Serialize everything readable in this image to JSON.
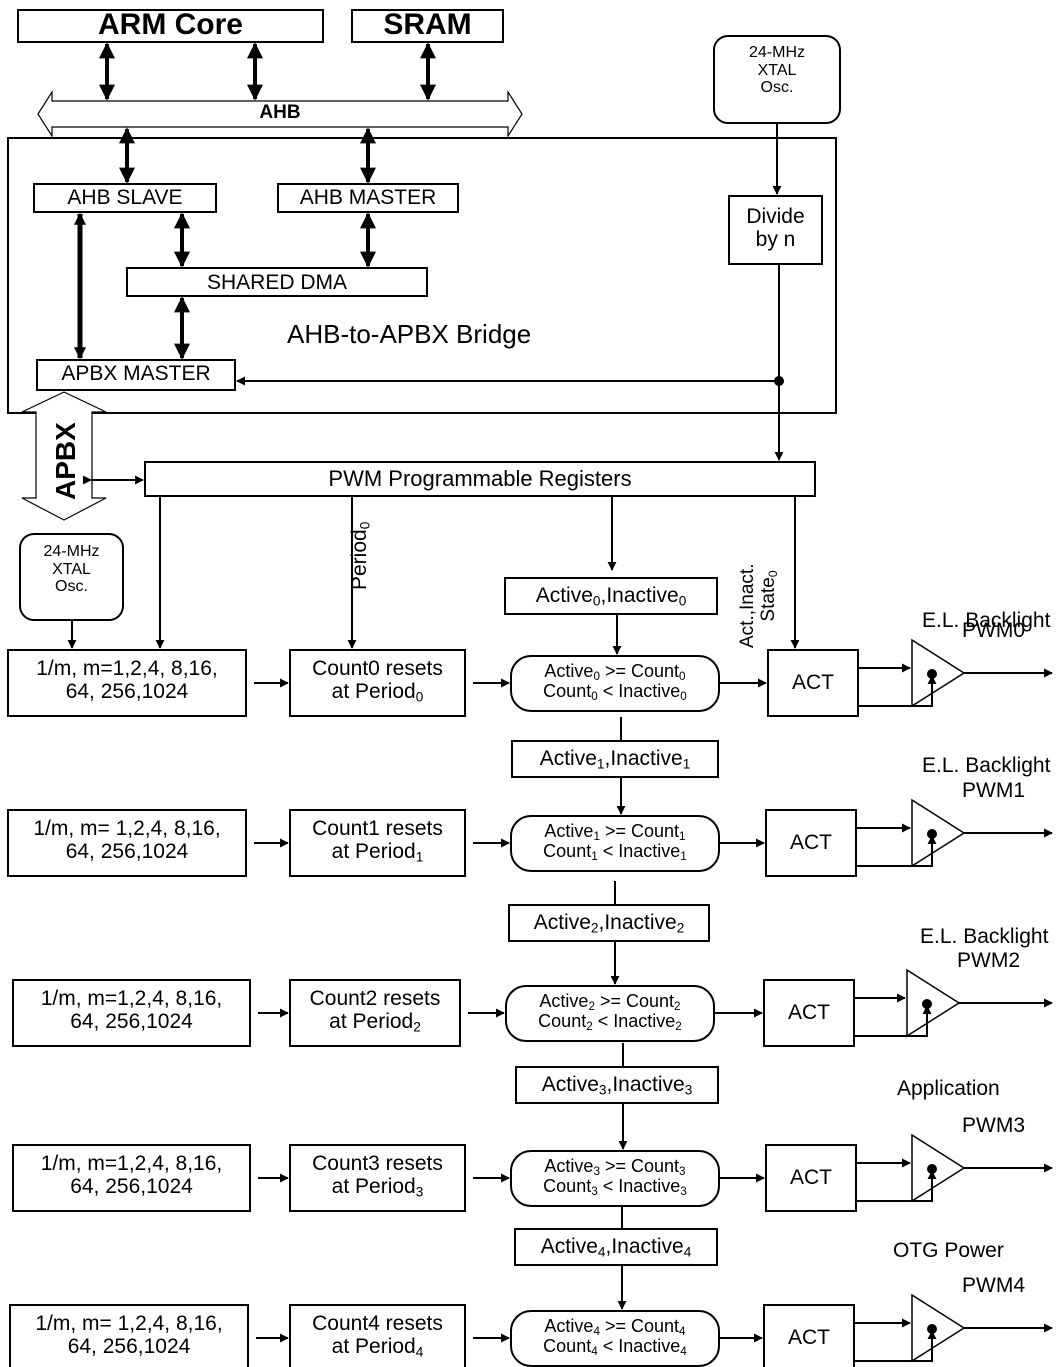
{
  "top": {
    "arm_core": "ARM Core",
    "sram": "SRAM",
    "ahb": "AHB",
    "osc_top": [
      "24-MHz",
      "XTAL",
      "Osc."
    ]
  },
  "bridge": {
    "ahb_slave": "AHB SLAVE",
    "ahb_master": "AHB MASTER",
    "shared_dma": "SHARED DMA",
    "apbx_master": "APBX MASTER",
    "title": "AHB-to-APBX Bridge",
    "divide": [
      "Divide",
      "by n"
    ]
  },
  "apbx": "APBX",
  "pwm_regs": "PWM Programmable Registers",
  "osc_bottom": [
    "24-MHz",
    "XTAL",
    "Osc."
  ],
  "period_label": {
    "base": "Period",
    "sub": "0"
  },
  "state_label": {
    "line1": "Act.,Inact.",
    "line2_base": "State",
    "line2_sub": "0"
  },
  "channels": [
    {
      "div_line1": "1/m, m=1,2,4, 8,16,",
      "div_line2": "64, 256,1024",
      "count_line1": "Count0 resets",
      "period_sub": "0",
      "idx": "0",
      "act": "ACT",
      "output": "PWM0",
      "app": "E.L. Backlight"
    },
    {
      "div_line1": "1/m, m= 1,2,4, 8,16,",
      "div_line2": "64, 256,1024",
      "count_line1": "Count1 resets",
      "period_sub": "1",
      "idx": "1",
      "act": "ACT",
      "output": "PWM1",
      "app": "E.L. Backlight"
    },
    {
      "div_line1": "1/m, m=1,2,4, 8,16,",
      "div_line2": "64, 256,1024",
      "count_line1": "Count2 resets",
      "period_sub": "2",
      "idx": "2",
      "act": "ACT",
      "output": "PWM2",
      "app": "E.L. Backlight"
    },
    {
      "div_line1": "1/m, m=1,2,4, 8,16,",
      "div_line2": "64, 256,1024",
      "count_line1": "Count3 resets",
      "period_sub": "3",
      "idx": "3",
      "act": "ACT",
      "output": "PWM3",
      "app": "Application"
    },
    {
      "div_line1": "1/m, m= 1,2,4, 8,16,",
      "div_line2": "64, 256,1024",
      "count_line1": "Count4 resets",
      "period_sub": "4",
      "idx": "4",
      "act": "ACT",
      "output": "PWM4",
      "app": "OTG Power"
    }
  ],
  "words": {
    "at_period": "at Period",
    "active": "Active",
    "inactive": "Inactive",
    "count": "Count",
    "gte": " >= ",
    "lt": " < ",
    "comma": ","
  }
}
